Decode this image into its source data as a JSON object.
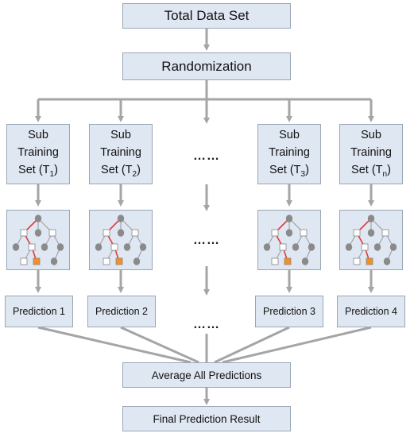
{
  "colors": {
    "box_fill": "#dfe7f2",
    "box_border": "#9aa6b4",
    "arrow": "#a5a5a5",
    "tree_edge_gray": "#9a9a9a",
    "tree_edge_red": "#e23a3a",
    "node_gray": "#8a8a8a",
    "node_orange": "#f5901e"
  },
  "top": {
    "total": "Total Data Set",
    "randomization": "Randomization"
  },
  "columns": [
    {
      "sub_line1": "Sub",
      "sub_line2": "Training",
      "sub_line3": "Set (T",
      "sub_index": "1",
      "sub_close": ")",
      "prediction": "Prediction 1",
      "tree_icon": "decision-tree-icon"
    },
    {
      "sub_line1": "Sub",
      "sub_line2": "Training",
      "sub_line3": "Set (T",
      "sub_index": "2",
      "sub_close": ")",
      "prediction": "Prediction 2",
      "tree_icon": "decision-tree-icon"
    },
    {
      "sub_line1": "Sub",
      "sub_line2": "Training",
      "sub_line3": "Set (T",
      "sub_index": "3",
      "sub_close": ")",
      "prediction": "Prediction 3",
      "tree_icon": "decision-tree-icon"
    },
    {
      "sub_line1": "Sub",
      "sub_line2": "Training",
      "sub_line3": "Set (T",
      "sub_index": "n",
      "sub_close": ")",
      "prediction": "Prediction 4",
      "tree_icon": "decision-tree-icon"
    }
  ],
  "ellipsis": [
    "……",
    "……",
    "……"
  ],
  "bottom": {
    "average": "Average All Predictions",
    "final": "Final Prediction Result"
  }
}
